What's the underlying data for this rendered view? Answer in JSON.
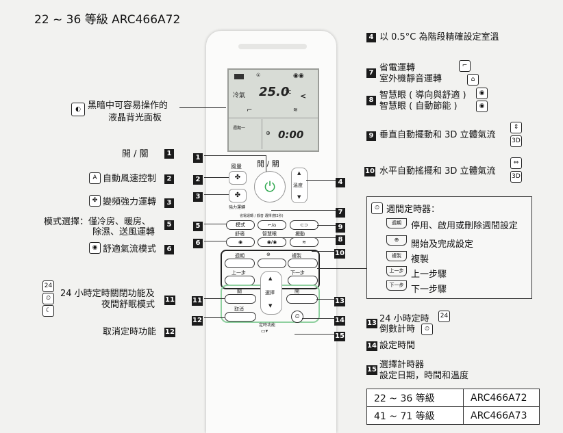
{
  "title": "22 ~ 36 等級  ARC466A72",
  "left_labels": {
    "backlight": [
      "黑暗中可容易操作的",
      "液晶背光面板"
    ],
    "onoff": "開 / 關",
    "fan": "自動風速控制",
    "power": "變頻強力運轉",
    "mode_label": "模式選擇：僅冷房、暖房、",
    "mode_label2": "除濕、送風運轉",
    "comfort": "舒適氣流模式",
    "timer24": [
      "24 小時定時關閉功能及",
      "夜間舒眠模式"
    ],
    "cancel": "取消定時功能"
  },
  "right_labels": {
    "r4": "以 0.5°C 為階段精確設定室溫",
    "r7": [
      "省電運轉",
      "室外機靜音運轉"
    ],
    "r8": [
      "智慧眼 ( 導向與舒適 )",
      "智慧眼 ( 自動節能 )"
    ],
    "r9": "垂直自動擺動和 3D 立體氣流",
    "r10": "水平自動搖擺和 3D 立體氣流",
    "r13": [
      "24 小時定時",
      "倒數計時"
    ],
    "r14": "設定時間",
    "r15": [
      "選擇計時器",
      "設定日期，時間和溫度"
    ]
  },
  "numbers": {
    "n1": "1",
    "n2": "2",
    "n3": "3",
    "n4": "4",
    "n5": "5",
    "n6": "6",
    "n7": "7",
    "n8": "8",
    "n9": "9",
    "n10": "10",
    "n11": "11",
    "n12": "12",
    "n13": "13",
    "n14": "14",
    "n15": "15"
  },
  "timer_box": {
    "heading": "週間定時器：",
    "items": [
      {
        "key": "週期",
        "text": "停用、啟用或刪除週間設定"
      },
      {
        "key": "⊕",
        "text": "開始及完成設定"
      },
      {
        "key": "複製",
        "text": "複製"
      },
      {
        "key": "上一步",
        "text": "上一步驟"
      },
      {
        "key": "下一步",
        "text": "下一步驟"
      }
    ]
  },
  "grades": [
    [
      "22 ~ 36  等級",
      "ARC466A72"
    ],
    [
      "41 ~ 71  等級",
      "ARC466A73"
    ]
  ],
  "remote": {
    "lcd_mode": "冷氣",
    "lcd_temp": "25.0",
    "lcd_unit": "°c",
    "lcd_time": "0:00",
    "lcd_week": "週期一",
    "power_label": "開 / 關",
    "fan_label": "風量",
    "temp_label": "溫度",
    "powerful_label": "強力運轉",
    "top_row_label": "省電運轉 / 靜音  選擇(按2秒)",
    "mode_btn": "模式",
    "comfort_label": "舒適",
    "eye_label": "智慧眼",
    "swing_label": "擺動",
    "week_btn": "週期",
    "copy_btn": "複製",
    "prev_btn": "上一步",
    "next_btn": "下一步",
    "off_btn": "關",
    "on_btn": "開",
    "select_btn": "選擇",
    "cancel_btn": "取消",
    "timer_func": "定時功能"
  },
  "colors": {
    "accent_green": "#2fa84f",
    "label_black": "#1b1b1b"
  }
}
